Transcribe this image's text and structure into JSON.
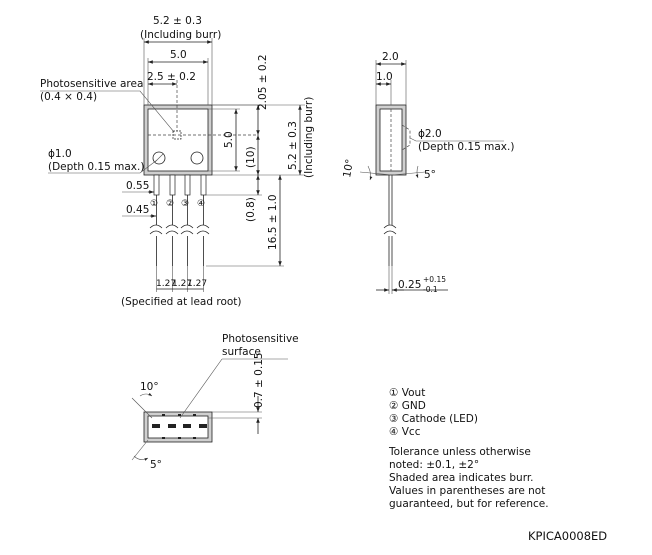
{
  "front_view": {
    "dim_total_width": "5.2 ± 0.3",
    "dim_total_width_note": "(Including burr)",
    "dim_body_width": "5.0",
    "label_photosensitive_area": "Photosensitive area",
    "label_photosensitive_area_size": "(0.4 × 0.4)",
    "dim_area_offset": "2.5 ± 0.2",
    "dim_area_vertical": "2.05 ± 0.2",
    "dim_body_height": "5.0",
    "dim_body_height_total": "5.2 ± 0.3",
    "dim_body_height_total_note": "(Including burr)",
    "dim_ref_10": "(10)",
    "label_hole": "ϕ1.0",
    "label_hole_depth": "(Depth 0.15 max.)",
    "dim_lead_055": "0.55",
    "dim_lead_045": "0.45",
    "dim_ref_08": "(0.8)",
    "dim_lead_length": "16.5 ± 1.0",
    "dim_pitch_1": "1.27",
    "dim_pitch_2": "1.27",
    "dim_pitch_3": "1.27",
    "note_lead_root": "(Specified at lead root)",
    "pin_1": "①",
    "pin_2": "②",
    "pin_3": "③",
    "pin_4": "④"
  },
  "side_view": {
    "dim_thickness": "2.0",
    "dim_half": "1.0",
    "label_dimple": "ϕ2.0",
    "label_dimple_depth": "(Depth 0.15 max.)",
    "angle_10": "10°",
    "angle_5": "5°",
    "dim_lead_thickness": "0.25",
    "dim_lead_tol_plus": "+0.15",
    "dim_lead_tol_minus": "-0.1"
  },
  "bottom_view": {
    "label_surface_1": "Photosensitive",
    "label_surface_2": "surface",
    "angle_10": "10°",
    "angle_5": "5°",
    "dim_depth": "0.7 ± 0.15"
  },
  "legend": {
    "pin_1": "① Vout",
    "pin_2": "② GND",
    "pin_3": "③ Cathode (LED)",
    "pin_4": "④ Vcc",
    "note_1": "Tolerance unless otherwise",
    "note_2": "noted: ±0.1, ±2°",
    "note_3": "Shaded area indicates burr.",
    "note_4": "Values in parentheses are not",
    "note_5": "guaranteed, but for reference."
  },
  "drawing_code": "KPICA0008ED"
}
